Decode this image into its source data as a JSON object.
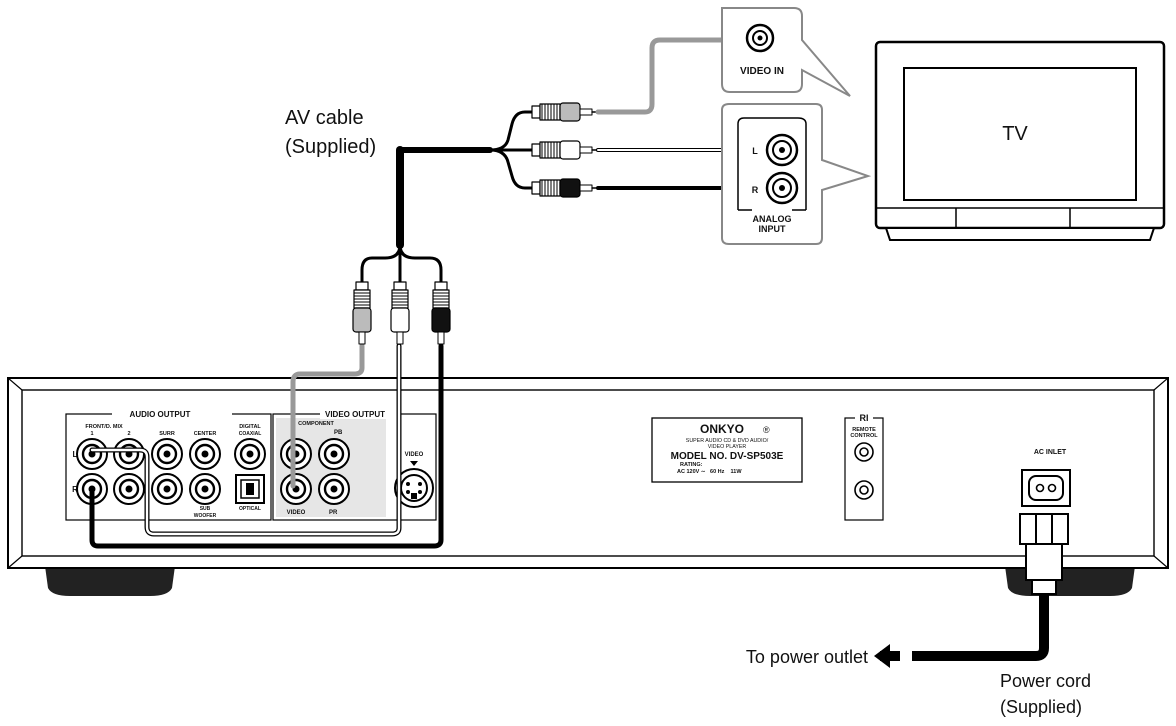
{
  "labels": {
    "av_cable": "AV cable",
    "av_cable_supplied": "(Supplied)",
    "tv": "TV",
    "video_in": "VIDEO IN",
    "analog_input_1": "ANALOG",
    "analog_input_2": "INPUT",
    "tv_l": "L",
    "tv_r": "R",
    "to_power_outlet": "To power outlet",
    "power_cord": "Power cord",
    "power_cord_supplied": "(Supplied)"
  },
  "player": {
    "audio_output": "AUDIO OUTPUT",
    "video_output": "VIDEO OUTPUT",
    "front_mix": "FRONT/D. MIX",
    "ch1": "1",
    "ch2": "2",
    "surr": "SURR",
    "center": "CENTER",
    "digital": "DIGITAL",
    "coaxial": "COAXIAL",
    "l": "L",
    "r": "R",
    "sub": "SUB",
    "woofer": "WOOFER",
    "optical": "OPTICAL",
    "component": "COMPONENT",
    "pb": "PB",
    "pr": "PR",
    "video": "VIDEO",
    "s_video": "VIDEO",
    "ri": "RI",
    "remote": "REMOTE",
    "control": "CONTROL",
    "ac_inlet": "AC INLET"
  },
  "rating_plate": {
    "brand": "ONKYO",
    "line1": "SUPER AUDIO CD & DVD AUDIO/",
    "line2": "VIDEO PLAYER",
    "model": "MODEL NO. DV-SP503E",
    "rating_label": "RATING:",
    "rating": "AC 120V ∼   60 Hz    11W"
  }
}
